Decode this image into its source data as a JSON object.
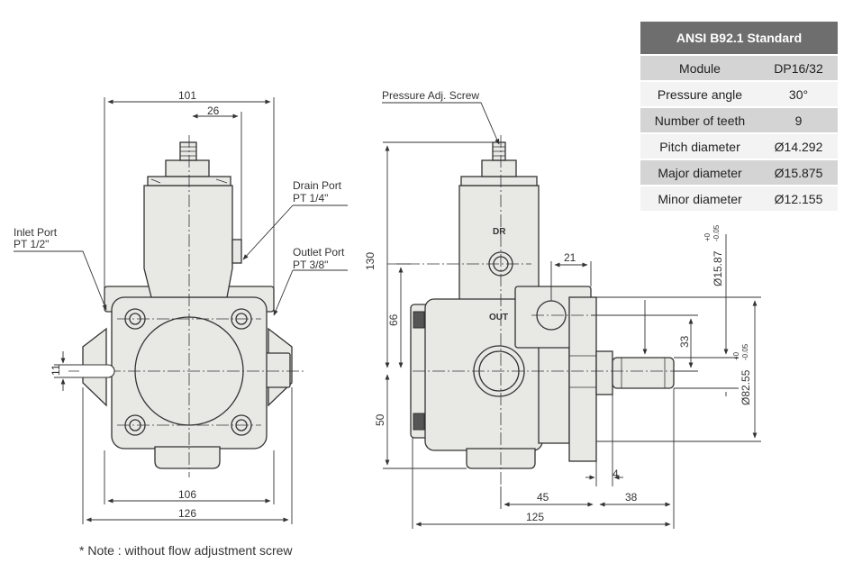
{
  "table": {
    "title": "ANSI B92.1 Standard",
    "rows": [
      {
        "param": "Module",
        "value": "DP16/32"
      },
      {
        "param": "Pressure angle",
        "value": "30°"
      },
      {
        "param": "Number of teeth",
        "value": "9"
      },
      {
        "param": "Pitch diameter",
        "value": "Ø14.292"
      },
      {
        "param": "Major diameter",
        "value": "Ø15.875"
      },
      {
        "param": "Minor  diameter",
        "value": "Ø12.155"
      }
    ]
  },
  "labels": {
    "inlet_port": "Inlet Port",
    "inlet_size": "PT 1/2\"",
    "drain_port": "Drain Port",
    "drain_size": "PT 1/4\"",
    "outlet_port": "Outlet Port",
    "outlet_size": "PT 3/8\"",
    "pressure_adj": "Pressure Adj. Screw",
    "dr": "DR",
    "out": "OUT"
  },
  "dimensions": {
    "d101": "101",
    "d26": "26",
    "d11": "11",
    "d106": "106",
    "d126": "126",
    "d130": "130",
    "d66": "66",
    "d50": "50",
    "d21": "21",
    "d33": "33",
    "d4": "4",
    "d45": "45",
    "d38": "38",
    "d125": "125",
    "d15_87": "Ø15.87",
    "d15_87_tol_upper": "+0",
    "d15_87_tol_lower": "-0.05",
    "d82_55": "Ø82.55",
    "d82_55_tol_upper": "+0",
    "d82_55_tol_lower": "-0.05"
  },
  "note": "*  Note : without flow adjustment screw",
  "colors": {
    "body_fill": "#e8e8e4",
    "line": "#333333",
    "header": "#6e6e6e",
    "row_dark": "#d4d4d4",
    "row_light": "#f3f3f3"
  }
}
